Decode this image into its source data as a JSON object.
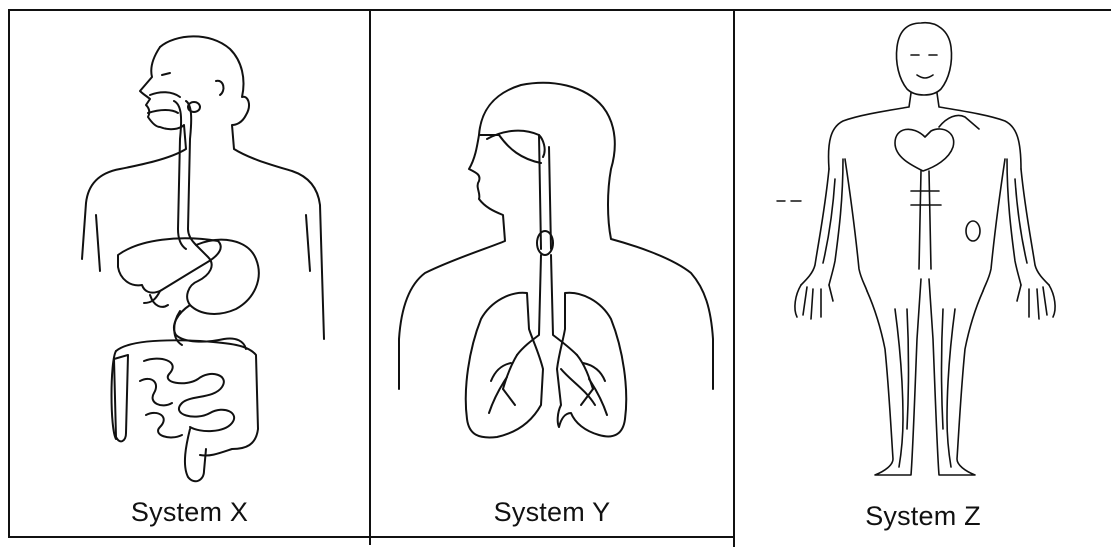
{
  "panels": [
    {
      "caption": "System X",
      "depicts": "digestive-system-figure"
    },
    {
      "caption": "System Y",
      "depicts": "respiratory-system-figure"
    },
    {
      "caption": "System Z",
      "depicts": "circulatory-system-figure"
    }
  ]
}
